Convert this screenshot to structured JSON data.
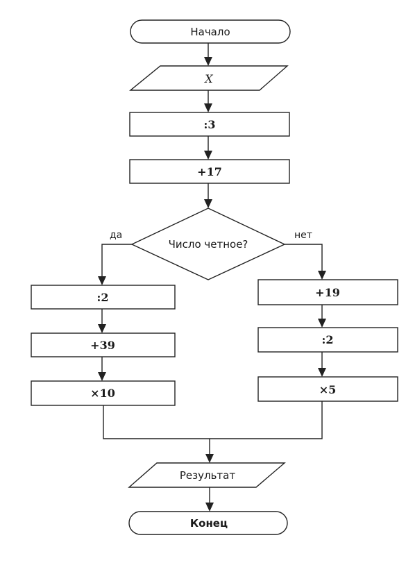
{
  "flowchart": {
    "start": "Начало",
    "input": "X",
    "step_divide_3": ":3",
    "step_add_17": "+17",
    "decision": "Число четное?",
    "branch_yes": "да",
    "branch_no": "нет",
    "yes_steps": [
      ":2",
      "+39",
      "×10"
    ],
    "no_steps": [
      "+19",
      ":2",
      "×5"
    ],
    "output": "Результат",
    "end": "Конец"
  }
}
